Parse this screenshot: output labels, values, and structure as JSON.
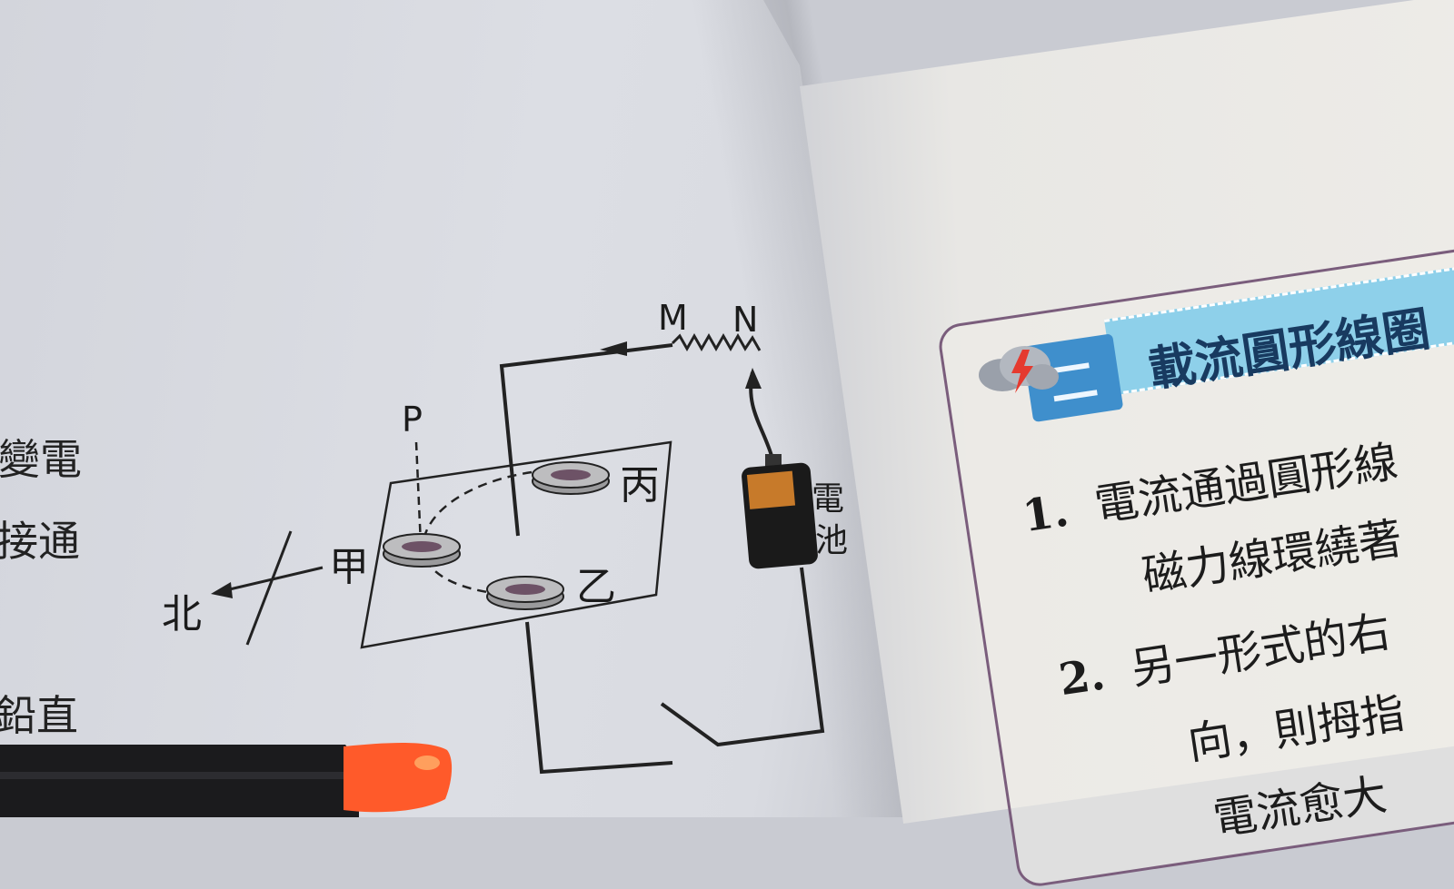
{
  "left_page": {
    "side_text": [
      "變電",
      "接通",
      "鉛直"
    ]
  },
  "diagram": {
    "label_m": "M",
    "label_n": "N",
    "label_p": "P",
    "label_north": "北",
    "label_jia": "甲",
    "label_yi": "乙",
    "label_bing": "丙",
    "label_battery": [
      "電",
      "池"
    ]
  },
  "right_page": {
    "section_number": "二",
    "section_title": "載流圓形線圈",
    "items": [
      {
        "num": "1.",
        "text": "電流通過圓形線"
      },
      {
        "num": "",
        "text": "磁力線環繞著"
      },
      {
        "num": "2.",
        "text": "另一形式的右"
      },
      {
        "num": "",
        "text": "向，則拇指"
      },
      {
        "num": "",
        "text": "電流愈大"
      }
    ]
  },
  "colors": {
    "heading_band": "#8ed0ea",
    "badge": "#3f8fcc",
    "marker_tip": "#ff5a2a",
    "box_border": "#7a5d7c"
  }
}
